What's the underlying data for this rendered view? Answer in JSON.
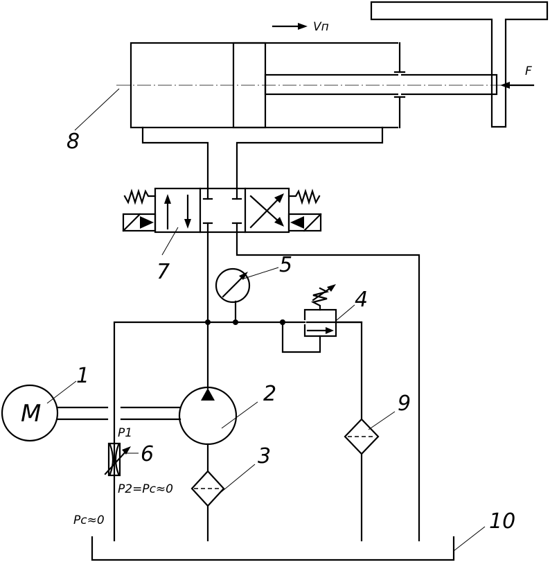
{
  "labels": {
    "motor_symbol": "M",
    "motor_num": "1",
    "pump_num": "2",
    "filter_pump_num": "3",
    "relief_valve_num": "4",
    "gauge_num": "5",
    "throttle_num": "6",
    "valve_num": "7",
    "cylinder_num": "8",
    "filter_return_num": "9",
    "tank_num": "10",
    "velocity_label": "Vп",
    "force_label": "F",
    "p1_label": "P1",
    "p2_label": "P2=Pc≈0",
    "pc_label": "Pc≈0"
  }
}
